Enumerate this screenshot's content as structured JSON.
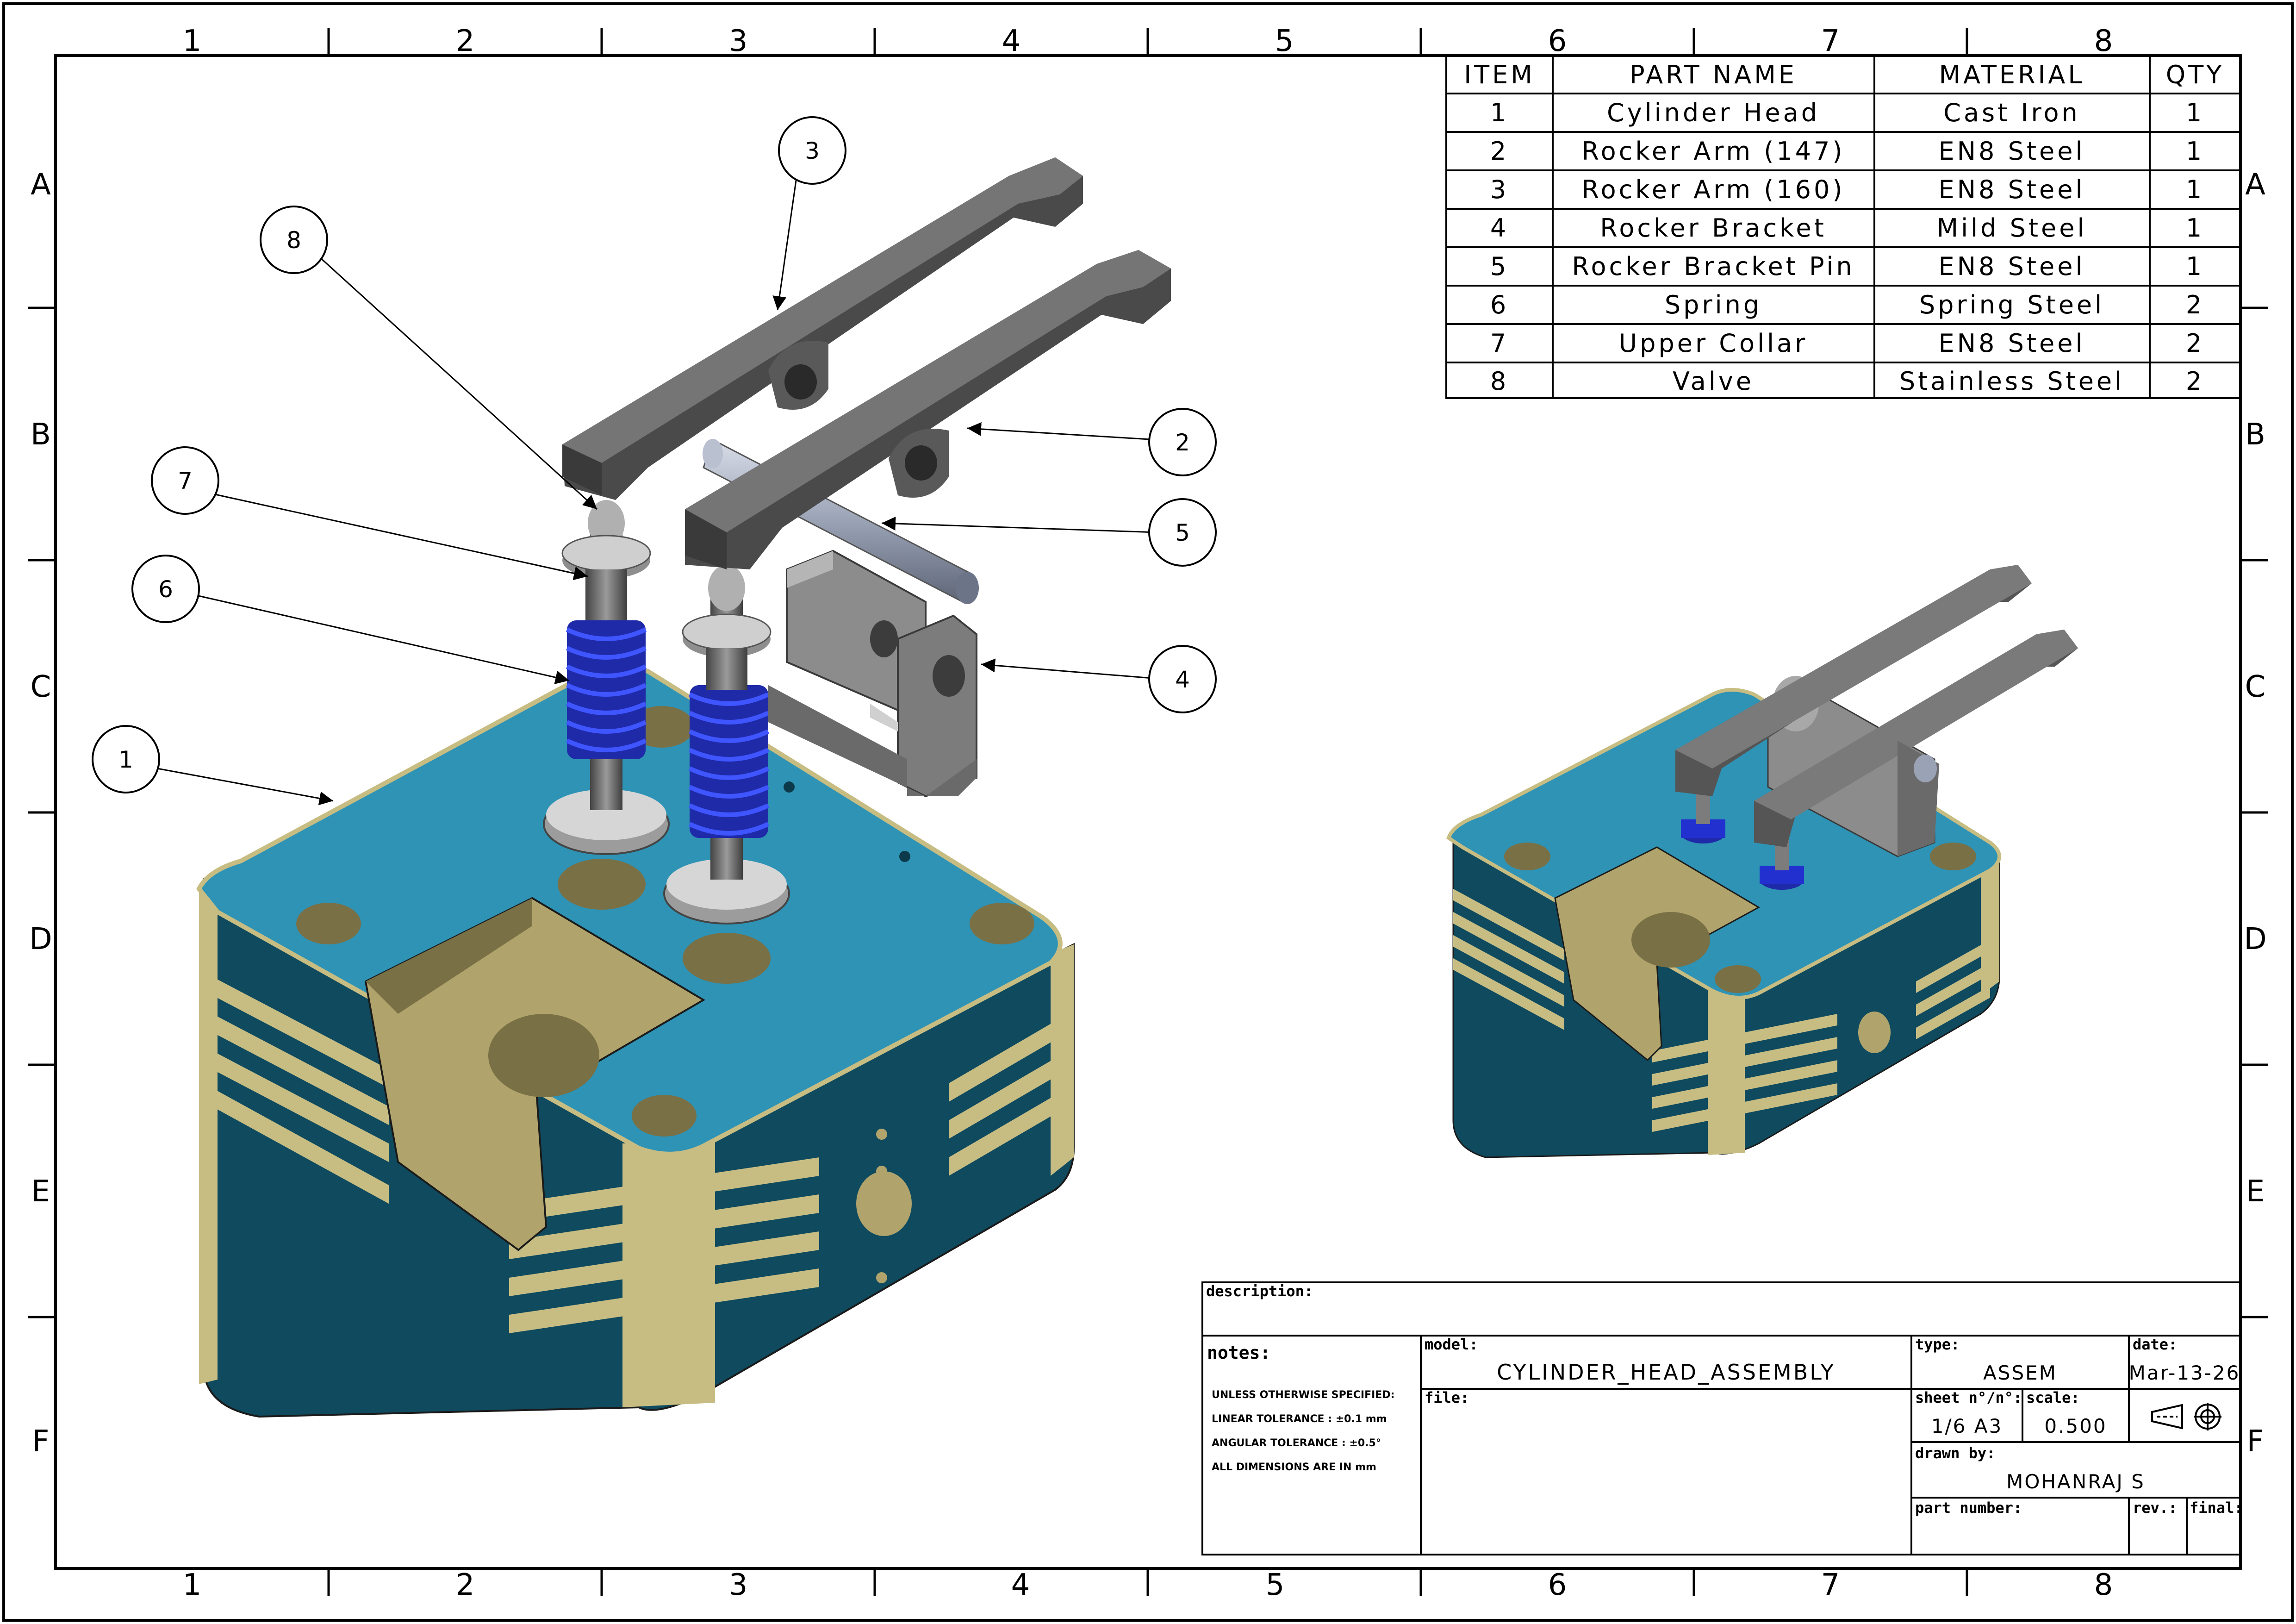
{
  "zones": {
    "columns": [
      "1",
      "2",
      "3",
      "4",
      "5",
      "6",
      "7",
      "8"
    ],
    "rows": [
      "A",
      "B",
      "C",
      "D",
      "E",
      "F"
    ]
  },
  "bom": {
    "headers": {
      "item": "ITEM",
      "part_name": "PART NAME",
      "material": "MATERIAL",
      "qty": "QTY"
    },
    "rows": [
      {
        "item": "1",
        "part_name": "Cylinder Head",
        "material": "Cast Iron",
        "qty": "1"
      },
      {
        "item": "2",
        "part_name": "Rocker Arm (147)",
        "material": "EN8 Steel",
        "qty": "1"
      },
      {
        "item": "3",
        "part_name": "Rocker Arm (160)",
        "material": "EN8 Steel",
        "qty": "1"
      },
      {
        "item": "4",
        "part_name": "Rocker Bracket",
        "material": "Mild Steel",
        "qty": "1"
      },
      {
        "item": "5",
        "part_name": "Rocker Bracket Pin",
        "material": "EN8 Steel",
        "qty": "1"
      },
      {
        "item": "6",
        "part_name": "Spring",
        "material": "Spring Steel",
        "qty": "2"
      },
      {
        "item": "7",
        "part_name": "Upper Collar",
        "material": "EN8 Steel",
        "qty": "2"
      },
      {
        "item": "8",
        "part_name": "Valve",
        "material": "Stainless Steel",
        "qty": "2"
      }
    ]
  },
  "balloons": [
    "1",
    "2",
    "3",
    "4",
    "5",
    "6",
    "7",
    "8"
  ],
  "title_block": {
    "description_label": "description:",
    "notes_label": "notes:",
    "notes": [
      "UNLESS OTHERWISE SPECIFIED:",
      "LINEAR TOLERANCE : ±0.1 mm",
      "ANGULAR TOLERANCE : ±0.5°",
      "ALL DIMENSIONS ARE IN mm"
    ],
    "model_label": "model:",
    "model": "CYLINDER_HEAD_ASSEMBLY",
    "file_label": "file:",
    "type_label": "type:",
    "type": "ASSEM",
    "date_label": "date:",
    "date": "Mar-13-26",
    "sheet_label": "sheet n°/n°:",
    "sheet": "1/6 A3",
    "scale_label": "scale:",
    "scale": "0.500",
    "drawn_by_label": "drawn by:",
    "drawn_by": "MOHANRAJ S",
    "part_number_label": "part number:",
    "rev_label": "rev.:",
    "final_label": "final:"
  },
  "colors": {
    "head_top": "#2e93b5",
    "head_side": "#0f4a5e",
    "head_fin": "#c7bd83",
    "pocket": "#b0a46c",
    "rocker": "#5f5f5f",
    "spring": "#2330d0",
    "valve": "#c8c8c8",
    "bracket": "#8c8c8c"
  }
}
